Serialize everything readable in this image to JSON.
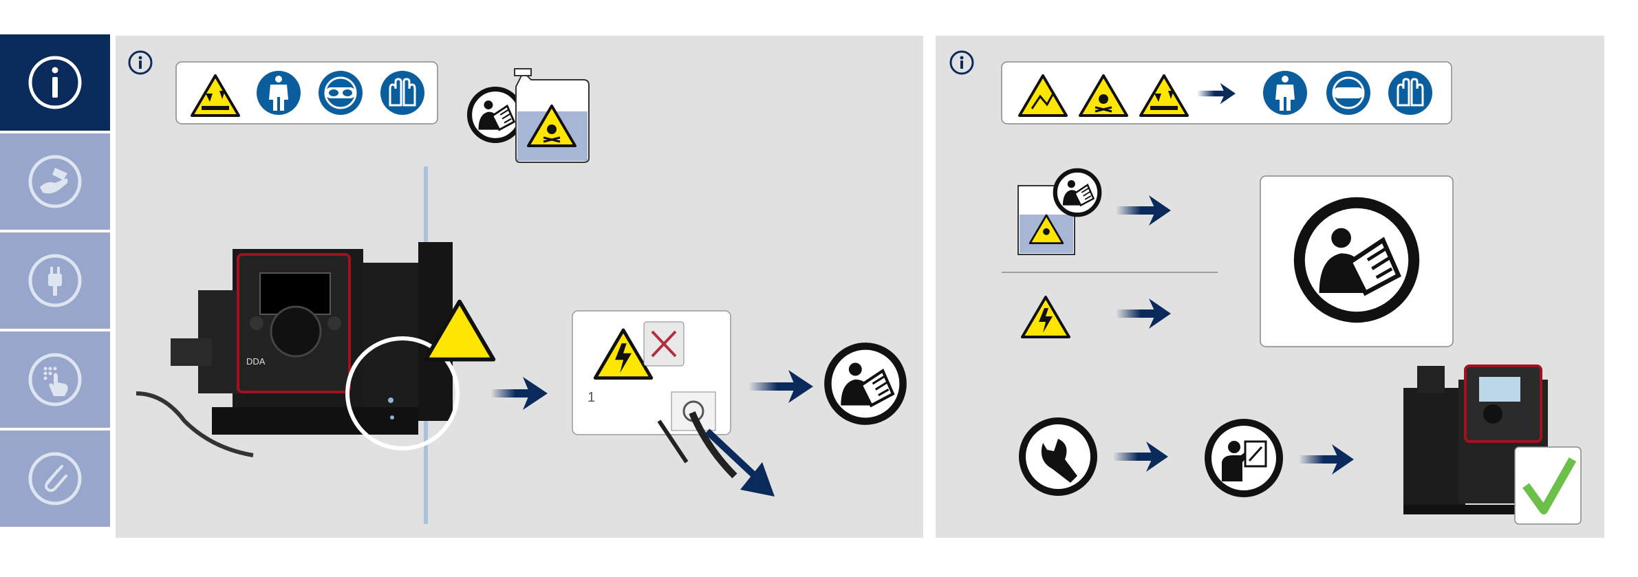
{
  "sidebar": {
    "items": [
      {
        "id": "information",
        "icon": "info-icon",
        "active": true
      },
      {
        "id": "handling",
        "icon": "hand-pump-icon",
        "active": false
      },
      {
        "id": "electrical",
        "icon": "plug-icon",
        "active": false
      },
      {
        "id": "operation",
        "icon": "touch-control-icon",
        "active": false
      },
      {
        "id": "appendix",
        "icon": "paperclip-icon",
        "active": false
      }
    ]
  },
  "left_panel": {
    "info_icon": "info-icon",
    "ppe_icons": [
      "corrosive-warning-icon",
      "protective-suit-icon",
      "goggles-icon",
      "gloves-icon"
    ],
    "pump_display_label": "DDA",
    "step_number": "1"
  },
  "right_panel": {
    "info_icon": "info-icon",
    "hazard_icons": [
      "environment-hazard-icon",
      "toxic-hazard-icon",
      "corrosive-warning-icon"
    ],
    "ppe_icons": [
      "protective-suit-icon",
      "goggles-icon",
      "gloves-icon"
    ]
  },
  "colors": {
    "navy": "#0b2a5c",
    "sidebar_inactive": "#99a6cc",
    "ppe_blue": "#0b5e9e",
    "warning_yellow": "#ffe600",
    "panel_bg": "#e1e1e1",
    "pump_red": "#a0121e",
    "check_green": "#6cc04a"
  }
}
